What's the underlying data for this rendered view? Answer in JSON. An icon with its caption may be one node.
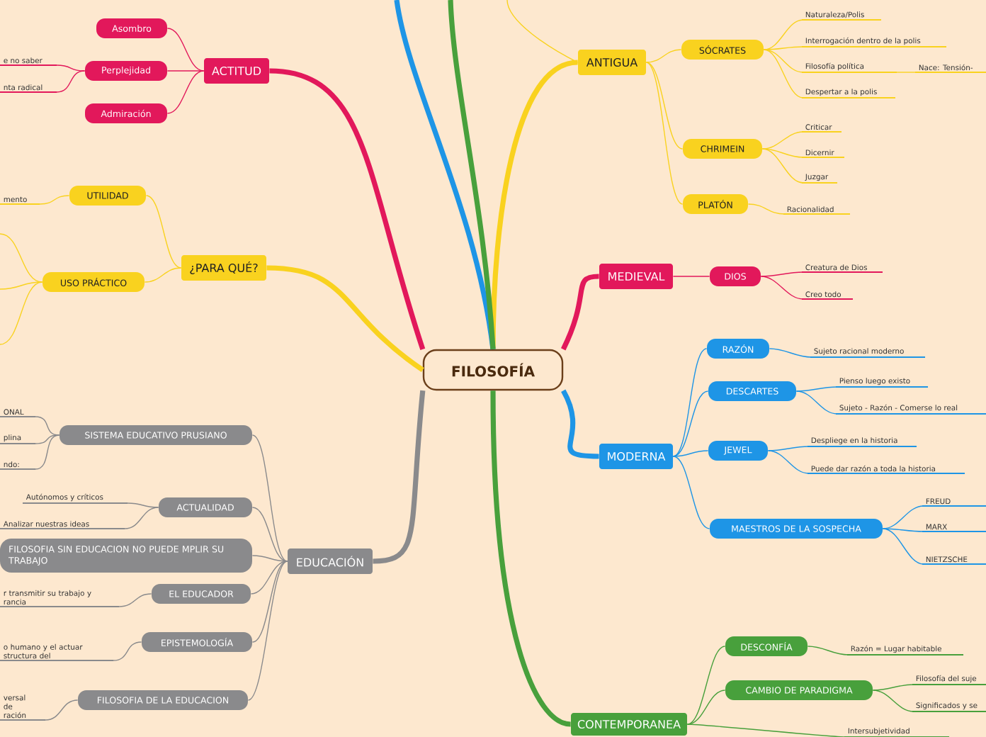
{
  "diagram": {
    "nodes": [
      {
        "text": [
          "FILOSOFÍA"
        ]
      },
      {
        "text": [
          "ANTIGUA"
        ]
      },
      {
        "text": [
          "SÓCRATES"
        ]
      },
      {
        "text": [
          "Naturaleza/Polis"
        ]
      },
      {
        "text": [
          "Interrogación dentro de la polis"
        ]
      },
      {
        "text": [
          "Filosofía política"
        ]
      },
      {
        "text": [
          "Nace: Tensión-"
        ]
      },
      {
        "text": [
          "Despertar a la polis"
        ]
      },
      {
        "text": [
          "CHRIMEIN"
        ]
      },
      {
        "text": [
          "Criticar"
        ]
      },
      {
        "text": [
          "Dicernir"
        ]
      },
      {
        "text": [
          "Juzgar"
        ]
      },
      {
        "text": [
          "PLATÓN"
        ]
      },
      {
        "text": [
          "Racionalidad"
        ]
      },
      {
        "text": [
          "MEDIEVAL"
        ]
      },
      {
        "text": [
          "DIOS"
        ]
      },
      {
        "text": [
          "Creatura de Dios"
        ]
      },
      {
        "text": [
          "Creo todo"
        ]
      },
      {
        "text": [
          "MODERNA"
        ]
      },
      {
        "text": [
          "RAZÓN"
        ]
      },
      {
        "text": [
          "Sujeto racional moderno"
        ]
      },
      {
        "text": [
          "DESCARTES"
        ]
      },
      {
        "text": [
          "Pienso luego existo"
        ]
      },
      {
        "text": [
          "Sujeto - Razón - Comerse lo real"
        ]
      },
      {
        "text": [
          "JEWEL"
        ]
      },
      {
        "text": [
          "Despliege en la historia"
        ]
      },
      {
        "text": [
          "Puede dar razón a toda la historia"
        ]
      },
      {
        "text": [
          "MAESTROS DE LA SOSPECHA"
        ]
      },
      {
        "text": [
          "FREUD"
        ]
      },
      {
        "text": [
          "MARX"
        ]
      },
      {
        "text": [
          "NIETZSCHE"
        ]
      },
      {
        "text": [
          "CONTEMPORANEA"
        ]
      },
      {
        "text": [
          "DESCONFÍA"
        ]
      },
      {
        "text": [
          "Razón = Lugar habitable"
        ]
      },
      {
        "text": [
          "CAMBIO DE PARADIGMA"
        ]
      },
      {
        "text": [
          "Filosofía del suje"
        ]
      },
      {
        "text": [
          "Significados y se"
        ]
      },
      {
        "text": [
          "Intersubjetividad"
        ]
      },
      {
        "text": [
          "¿PARA QUÉ?"
        ]
      },
      {
        "text": [
          "UTILIDAD"
        ]
      },
      {
        "text": [
          "mento"
        ]
      },
      {
        "text": [
          "USO PRÁCTICO"
        ]
      },
      {
        "text": [
          "ACTITUD"
        ]
      },
      {
        "text": [
          "Asombro"
        ]
      },
      {
        "text": [
          "Perplejidad"
        ]
      },
      {
        "text": [
          "e no saber"
        ]
      },
      {
        "text": [
          "nta radical"
        ]
      },
      {
        "text": [
          "Admiración"
        ]
      },
      {
        "text": [
          "EDUCACIÓN"
        ]
      },
      {
        "text": [
          "SISTEMA EDUCATIVO PRUSIANO"
        ]
      },
      {
        "text": [
          "ONAL"
        ]
      },
      {
        "text": [
          "plina"
        ]
      },
      {
        "text": [
          "ndo:"
        ]
      },
      {
        "text": [
          "ACTUALIDAD"
        ]
      },
      {
        "text": [
          "Autónomos y críticos"
        ]
      },
      {
        "text": [
          "Analizar nuestras ideas"
        ]
      },
      {
        "text": [
          "FILOSOFIA SIN EDUCACION NO PUEDE MPLIR SU TRABAJO"
        ]
      },
      {
        "text": [
          "EL EDUCADOR"
        ]
      },
      {
        "text": [
          "r transmitir su trabajo y rancia"
        ]
      },
      {
        "text": [
          "EPISTEMOLOGÍA"
        ]
      },
      {
        "text": [
          "o humano y el actuar structura del"
        ]
      },
      {
        "text": [
          "FILOSOFIA DE LA EDUCACION"
        ]
      },
      {
        "text": [
          "versal de ración"
        ]
      }
    ],
    "edges": [
      {
        "from": 0,
        "to": 1,
        "arrow": "none",
        "style": "thick",
        "color": "#f9d21f"
      },
      {
        "from": 1,
        "to": null,
        "arrow": "none",
        "color": "#f9d21f"
      },
      {
        "from": 1,
        "to": 2,
        "arrow": "none",
        "color": "#f9d21f"
      },
      {
        "from": 2,
        "to": 3,
        "arrow": "none",
        "color": "#f9d21f"
      },
      {
        "from": 2,
        "to": 4,
        "arrow": "none",
        "color": "#f9d21f"
      },
      {
        "from": 2,
        "to": 5,
        "arrow": "none",
        "color": "#f9d21f"
      },
      {
        "from": 5,
        "to": 6,
        "arrow": "none",
        "color": "#f9d21f"
      },
      {
        "from": 2,
        "to": 7,
        "arrow": "none",
        "color": "#f9d21f"
      },
      {
        "from": 1,
        "to": 8,
        "arrow": "none",
        "color": "#f9d21f"
      },
      {
        "from": 8,
        "to": 9,
        "arrow": "none",
        "color": "#f9d21f"
      },
      {
        "from": 8,
        "to": 10,
        "arrow": "none",
        "color": "#f9d21f"
      },
      {
        "from": 8,
        "to": 11,
        "arrow": "none",
        "color": "#f9d21f"
      },
      {
        "from": 1,
        "to": 12,
        "arrow": "none",
        "color": "#f9d21f"
      },
      {
        "from": 12,
        "to": 13,
        "arrow": "none",
        "color": "#f9d21f"
      },
      {
        "from": 0,
        "to": 14,
        "arrow": "none",
        "style": "thick",
        "color": "#e2185b"
      },
      {
        "from": 14,
        "to": 15,
        "arrow": "none",
        "color": "#e2185b"
      },
      {
        "from": 15,
        "to": 16,
        "arrow": "none",
        "color": "#e2185b"
      },
      {
        "from": 15,
        "to": 17,
        "arrow": "none",
        "color": "#e2185b"
      },
      {
        "from": 0,
        "to": 18,
        "arrow": "none",
        "style": "thick",
        "color": "#1e95e6"
      },
      {
        "from": 18,
        "to": 19,
        "arrow": "none",
        "color": "#1e95e6"
      },
      {
        "from": 19,
        "to": 20,
        "arrow": "none",
        "color": "#1e95e6"
      },
      {
        "from": 18,
        "to": 21,
        "arrow": "none",
        "color": "#1e95e6"
      },
      {
        "from": 21,
        "to": 22,
        "arrow": "none",
        "color": "#1e95e6"
      },
      {
        "from": 21,
        "to": 23,
        "arrow": "none",
        "color": "#1e95e6"
      },
      {
        "from": 18,
        "to": 24,
        "arrow": "none",
        "color": "#1e95e6"
      },
      {
        "from": 24,
        "to": 25,
        "arrow": "none",
        "color": "#1e95e6"
      },
      {
        "from": 24,
        "to": 26,
        "arrow": "none",
        "color": "#1e95e6"
      },
      {
        "from": 18,
        "to": 27,
        "arrow": "none",
        "color": "#1e95e6"
      },
      {
        "from": 27,
        "to": 28,
        "arrow": "none",
        "color": "#1e95e6"
      },
      {
        "from": 27,
        "to": 29,
        "arrow": "none",
        "color": "#1e95e6"
      },
      {
        "from": 27,
        "to": 30,
        "arrow": "none",
        "color": "#1e95e6"
      },
      {
        "from": 0,
        "to": 31,
        "arrow": "none",
        "style": "thick",
        "color": "#48a03c"
      },
      {
        "from": 31,
        "to": 32,
        "arrow": "none",
        "color": "#48a03c"
      },
      {
        "from": 32,
        "to": 33,
        "arrow": "none",
        "color": "#48a03c"
      },
      {
        "from": 31,
        "to": 34,
        "arrow": "none",
        "color": "#48a03c"
      },
      {
        "from": 34,
        "to": 35,
        "arrow": "none",
        "color": "#48a03c"
      },
      {
        "from": 34,
        "to": 36,
        "arrow": "none",
        "color": "#48a03c"
      },
      {
        "from": 31,
        "to": 37,
        "arrow": "none",
        "color": "#48a03c"
      },
      {
        "from": 0,
        "to": 38,
        "arrow": "none",
        "style": "thick",
        "color": "#f9d21f"
      },
      {
        "from": 38,
        "to": 39,
        "arrow": "none",
        "color": "#f9d21f"
      },
      {
        "from": 39,
        "to": 40,
        "arrow": "none",
        "color": "#f9d21f"
      },
      {
        "from": 38,
        "to": 41,
        "arrow": "none",
        "color": "#f9d21f"
      },
      {
        "from": 41,
        "to": null,
        "arrow": "none",
        "color": "#f9d21f"
      },
      {
        "from": 41,
        "to": null,
        "arrow": "none",
        "color": "#f9d21f"
      },
      {
        "from": 41,
        "to": null,
        "arrow": "none",
        "color": "#f9d21f"
      },
      {
        "from": 0,
        "to": 42,
        "arrow": "none",
        "style": "thick",
        "color": "#e2185b"
      },
      {
        "from": 42,
        "to": 43,
        "arrow": "none",
        "color": "#e2185b"
      },
      {
        "from": 42,
        "to": 44,
        "arrow": "none",
        "color": "#e2185b"
      },
      {
        "from": 44,
        "to": 45,
        "arrow": "none",
        "color": "#e2185b"
      },
      {
        "from": 44,
        "to": 46,
        "arrow": "none",
        "color": "#e2185b"
      },
      {
        "from": 42,
        "to": 47,
        "arrow": "none",
        "color": "#e2185b"
      },
      {
        "from": 0,
        "to": 48,
        "arrow": "none",
        "style": "thick",
        "color": "#8a8a8c"
      },
      {
        "from": 48,
        "to": 49,
        "arrow": "none",
        "color": "#8a8a8c"
      },
      {
        "from": 49,
        "to": 50,
        "arrow": "none",
        "color": "#8a8a8c"
      },
      {
        "from": 49,
        "to": 51,
        "arrow": "none",
        "color": "#8a8a8c"
      },
      {
        "from": 49,
        "to": 52,
        "arrow": "none",
        "color": "#8a8a8c"
      },
      {
        "from": 48,
        "to": 53,
        "arrow": "none",
        "color": "#8a8a8c"
      },
      {
        "from": 53,
        "to": 54,
        "arrow": "none",
        "color": "#8a8a8c"
      },
      {
        "from": 53,
        "to": 55,
        "arrow": "none",
        "color": "#8a8a8c"
      },
      {
        "from": 48,
        "to": 56,
        "arrow": "none",
        "color": "#8a8a8c"
      },
      {
        "from": 48,
        "to": 57,
        "arrow": "none",
        "color": "#8a8a8c"
      },
      {
        "from": 57,
        "to": 58,
        "arrow": "none",
        "color": "#8a8a8c"
      },
      {
        "from": 48,
        "to": 59,
        "arrow": "none",
        "color": "#8a8a8c"
      },
      {
        "from": 59,
        "to": 60,
        "arrow": "none",
        "color": "#8a8a8c"
      },
      {
        "from": 48,
        "to": 61,
        "arrow": "none",
        "color": "#8a8a8c"
      },
      {
        "from": 61,
        "to": 62,
        "arrow": "none",
        "color": "#8a8a8c"
      },
      {
        "from": 0,
        "to": null,
        "arrow": "none",
        "style": "thick",
        "color": "#1e95e6"
      },
      {
        "from": 0,
        "to": null,
        "arrow": "none",
        "style": "thick",
        "color": "#48a03c"
      }
    ]
  }
}
